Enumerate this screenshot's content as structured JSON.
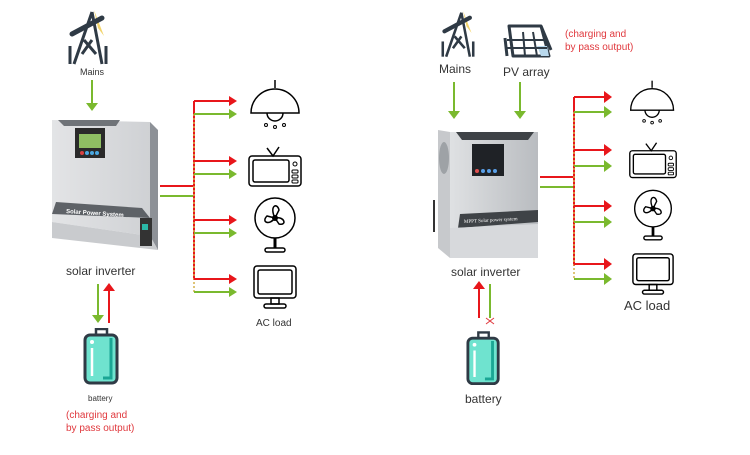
{
  "colors": {
    "grid_power": "#e8161b",
    "green_power": "#7ab92e",
    "battery_fill": "#6fe3cf",
    "icon_stroke": "#2f3a45",
    "note_text": "#e0393e"
  },
  "left_diagram": {
    "mains_label": "Mains",
    "inverter_label": "solar inverter",
    "inverter_panel_text": "Solar Power System",
    "battery_label": "battery",
    "battery_note_line1": "(charging and",
    "battery_note_line2": "by pass output)",
    "load_label": "AC load",
    "loads": [
      "ceiling-lamp",
      "television",
      "fan",
      "monitor"
    ]
  },
  "right_diagram": {
    "mains_label": "Mains",
    "pv_label": "PV array",
    "pv_note_line1": "(charging and",
    "pv_note_line2": "by pass output)",
    "inverter_label": "solar inverter",
    "inverter_panel_text": "MPPT Solar power system",
    "battery_label": "battery",
    "battery_charge_blocked": true,
    "load_label": "AC load",
    "loads": [
      "ceiling-lamp",
      "television",
      "fan",
      "monitor"
    ]
  }
}
